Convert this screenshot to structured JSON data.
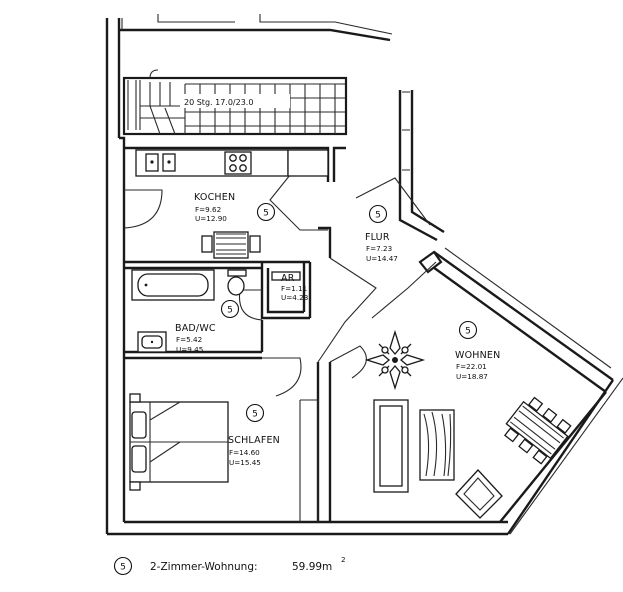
{
  "rooms": [
    {
      "id": "kochen",
      "name": "KOCHEN",
      "area": "F=9.62",
      "perimeter": "U=12.90",
      "unit": "5"
    },
    {
      "id": "flur",
      "name": "FLUR",
      "area": "F=7.23",
      "perimeter": "U=14.47",
      "unit": "5"
    },
    {
      "id": "ar",
      "name": "AR",
      "area": "F=1.11",
      "perimeter": "U=4.23",
      "unit": "5"
    },
    {
      "id": "bad",
      "name": "BAD/WC",
      "area": "F=5.42",
      "perimeter": "U=9.45",
      "unit": "5"
    },
    {
      "id": "wohnen",
      "name": "WOHNEN",
      "area": "F=22.01",
      "perimeter": "U=18.87",
      "unit": "5"
    },
    {
      "id": "schlafen",
      "name": "SCHLAFEN",
      "area": "F=14.60",
      "perimeter": "U=15.45",
      "unit": "5"
    }
  ],
  "stair_label": "20 Stg. 17.0/23.0",
  "legend": {
    "unit_number": "5",
    "text": "2-Zimmer-Wohnung:",
    "area": "59.99m",
    "area_sup": "2"
  }
}
